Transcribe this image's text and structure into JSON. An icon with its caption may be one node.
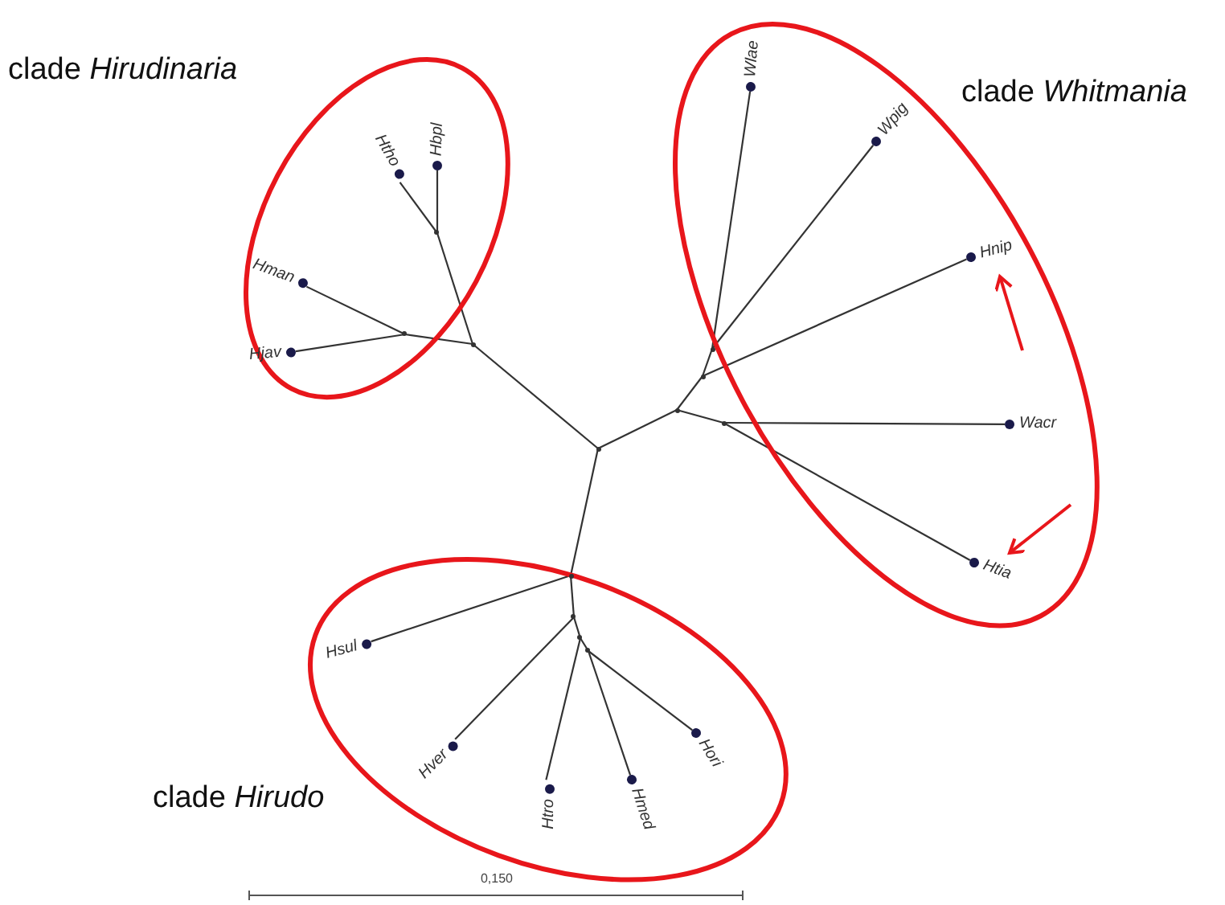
{
  "diagram": {
    "nodes": [
      {
        "text": [
          "clade *Hirudinaria*"
        ]
      },
      {
        "text": [
          "Htho"
        ],
        "in": 0
      },
      {
        "text": [
          "Hbpl"
        ],
        "in": 0
      },
      {
        "text": [
          "Hman"
        ],
        "in": 0
      },
      {
        "text": [
          "Hjav"
        ],
        "in": 0
      },
      {
        "text": [
          "clade *Whitmania*"
        ]
      },
      {
        "text": [
          "Wlae"
        ],
        "in": 5
      },
      {
        "text": [
          "Wpig"
        ],
        "in": 5
      },
      {
        "text": [
          "Hnip"
        ],
        "in": 5
      },
      {
        "text": [
          "Wacr"
        ],
        "in": 5
      },
      {
        "text": [
          "Htia"
        ],
        "in": 5
      },
      {
        "text": [
          "clade *Hirudo*"
        ]
      },
      {
        "text": [
          "Hsul"
        ],
        "in": 11
      },
      {
        "text": [
          "Hver"
        ],
        "in": 11
      },
      {
        "text": [
          "Htro"
        ],
        "in": 11
      },
      {
        "text": [
          "Hmed"
        ],
        "in": 11
      },
      {
        "text": [
          "Hori"
        ],
        "in": 11
      },
      {
        "text": [],
        "shape": "point",
        "in": 0
      },
      {
        "text": [],
        "shape": "point",
        "in": 0
      },
      {
        "text": [],
        "shape": "point"
      },
      {
        "text": [],
        "shape": "point"
      },
      {
        "text": [],
        "shape": "point"
      },
      {
        "text": [],
        "shape": "point"
      },
      {
        "text": [],
        "shape": "point"
      },
      {
        "text": [],
        "shape": "point"
      },
      {
        "text": [],
        "shape": "point"
      },
      {
        "text": [],
        "shape": "point",
        "in": 11
      },
      {
        "text": [],
        "shape": "point",
        "in": 11
      },
      {
        "text": [],
        "shape": "point",
        "in": 11
      }
    ],
    "edges": [
      {
        "from": 17,
        "to": 1,
        "arrow": "none"
      },
      {
        "from": 17,
        "to": 2,
        "arrow": "none"
      },
      {
        "from": 19,
        "to": 17,
        "arrow": "none"
      },
      {
        "from": 18,
        "to": 3,
        "arrow": "none"
      },
      {
        "from": 18,
        "to": 4,
        "arrow": "none"
      },
      {
        "from": 19,
        "to": 18,
        "arrow": "none"
      },
      {
        "from": 20,
        "to": 19,
        "arrow": "none"
      },
      {
        "from": 20,
        "to": 21,
        "arrow": "none"
      },
      {
        "from": 21,
        "to": 22,
        "arrow": "none"
      },
      {
        "from": 22,
        "to": 8,
        "arrow": "none"
      },
      {
        "from": 22,
        "to": 23,
        "arrow": "none"
      },
      {
        "from": 23,
        "to": 6,
        "arrow": "none"
      },
      {
        "from": 23,
        "to": 7,
        "arrow": "none"
      },
      {
        "from": 21,
        "to": 24,
        "arrow": "none"
      },
      {
        "from": 24,
        "to": 9,
        "arrow": "none"
      },
      {
        "from": 24,
        "to": 10,
        "arrow": "none"
      },
      {
        "from": 20,
        "to": 25,
        "arrow": "none"
      },
      {
        "from": 25,
        "to": 12,
        "arrow": "none"
      },
      {
        "from": 25,
        "to": 26,
        "arrow": "none"
      },
      {
        "from": 26,
        "to": 13,
        "arrow": "none"
      },
      {
        "from": 26,
        "to": 27,
        "arrow": "none"
      },
      {
        "from": 27,
        "to": 14,
        "arrow": "none"
      },
      {
        "from": 27,
        "to": 28,
        "arrow": "none"
      },
      {
        "from": 28,
        "to": 15,
        "arrow": "none"
      },
      {
        "from": 28,
        "to": 16,
        "arrow": "none"
      },
      {
        "from": null,
        "to": 8,
        "arrow": "to",
        "color": "#e8161b"
      },
      {
        "from": null,
        "to": 10,
        "arrow": "to",
        "color": "#e8161b"
      }
    ],
    "labels": [
      "0,150"
    ]
  }
}
